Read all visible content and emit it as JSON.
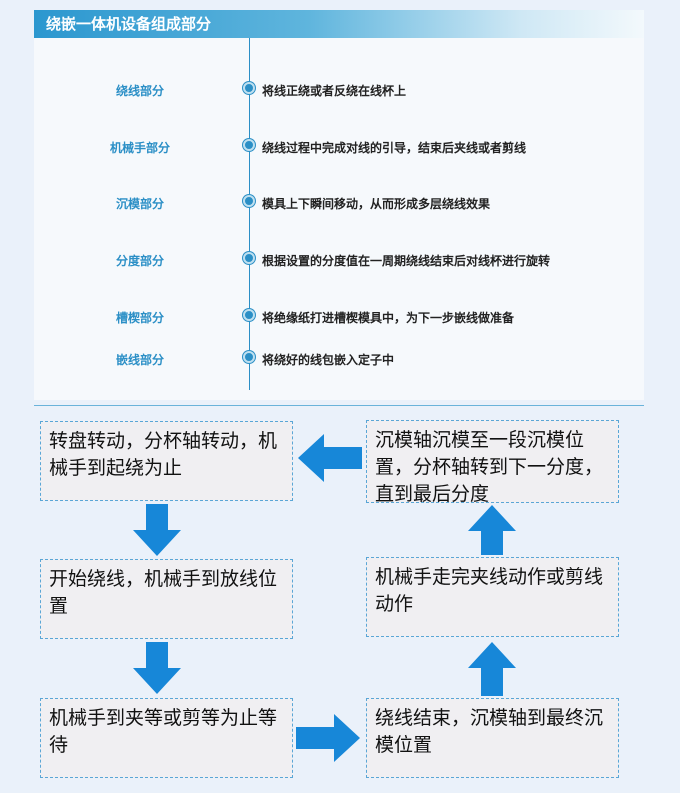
{
  "header": {
    "title": "绕嵌一体机设备组成部分"
  },
  "components": [
    {
      "name": "绕线部分",
      "desc": "将线正绕或者反绕在线杯上"
    },
    {
      "name": "机械手部分",
      "desc": "绕线过程中完成对线的引导，结束后夹线或者剪线"
    },
    {
      "name": "沉模部分",
      "desc": "模具上下瞬间移动，从而形成多层绕线效果"
    },
    {
      "name": "分度部分",
      "desc": "根据设置的分度值在一周期绕线结束后对线杯进行旋转"
    },
    {
      "name": "槽楔部分",
      "desc": "将绝缘纸打进槽楔模具中，为下一步嵌线做准备"
    },
    {
      "name": "嵌线部分",
      "desc": "将绕好的线包嵌入定子中"
    }
  ],
  "flow": {
    "step1": "转盘转动，分杯轴转动，机械手到起绕为止",
    "step2": "开始绕线，机械手到放线位置",
    "step3": "机械手到夹等或剪等为止等待",
    "step4": "绕线结束，沉模轴到最终沉模位置",
    "step5": "机械手走完夹线动作或剪线动作",
    "step6": "沉模轴沉模至一段沉模位置，分杯轴转到下一分度，直到最后分度"
  },
  "colors": {
    "accent": "#2b8fc6",
    "arrow": "#1787d8",
    "box_bg": "#f0eff2"
  }
}
